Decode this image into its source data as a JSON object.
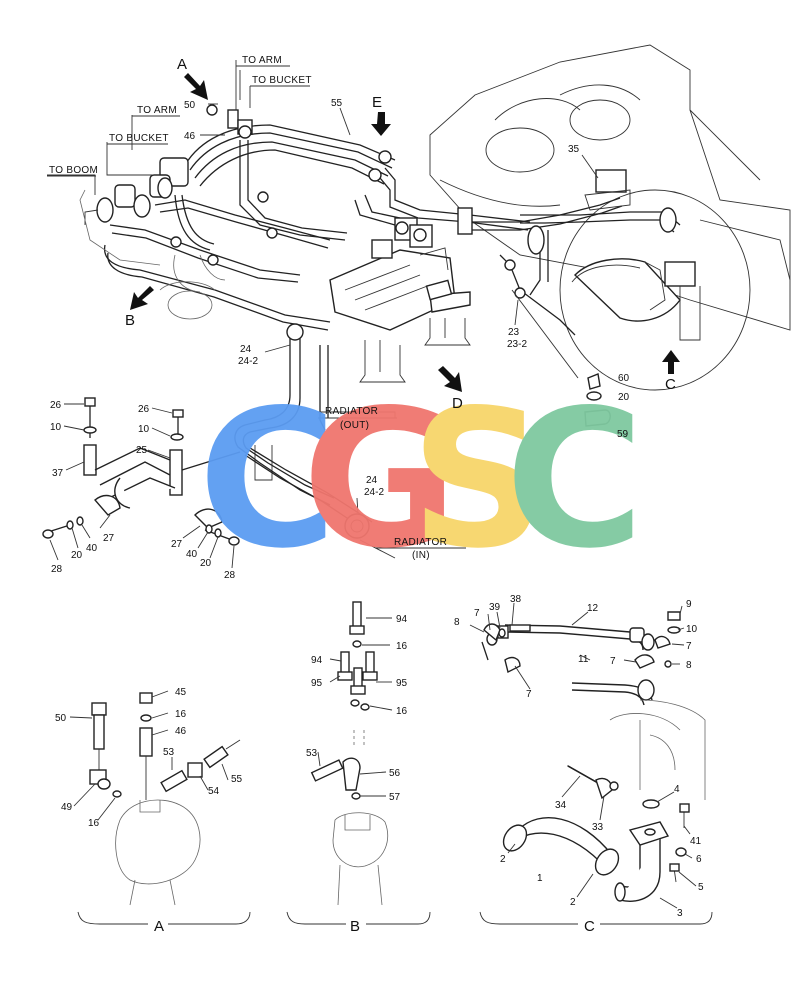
{
  "watermark": {
    "letters": [
      "C",
      "G",
      "S",
      "C"
    ],
    "colors": [
      "#5b9cf2",
      "#f0766e",
      "#f7d56a",
      "#7fc9a0"
    ]
  },
  "main_labels": {
    "to_arm_top": "TO ARM",
    "to_bucket_top": "TO BUCKET",
    "to_arm_left": "TO ARM",
    "to_bucket_left": "TO BUCKET",
    "to_boom": "TO BOOM",
    "radiator_out_1": "RADIATOR",
    "radiator_out_2": "(OUT)",
    "radiator_in_1": "RADIATOR",
    "radiator_in_2": "(IN)"
  },
  "view_arrows": {
    "A": "A",
    "B": "B",
    "C": "C",
    "D": "D",
    "E": "E"
  },
  "callouts_main": {
    "p50": "50",
    "p46": "46",
    "p55": "55",
    "p35": "35",
    "p24a": "24",
    "p24_2a": "24-2",
    "p23": "23",
    "p23_2": "23-2",
    "p60": "60",
    "p20a": "20",
    "p59": "59",
    "p24b": "24",
    "p24_2b": "24-2"
  },
  "callouts_clamp": {
    "p26a": "26",
    "p10a": "10",
    "p37": "37",
    "p26b": "26",
    "p10b": "10",
    "p25": "25",
    "p27a": "27",
    "p40a": "40",
    "p20b": "20",
    "p28a": "28",
    "p27b": "27",
    "p40b": "40",
    "p20c": "20",
    "p28b": "28"
  },
  "callouts_A": {
    "p50": "50",
    "p45": "45",
    "p16a": "16",
    "p46": "46",
    "p53": "53",
    "p55": "55",
    "p54": "54",
    "p49": "49",
    "p16b": "16"
  },
  "callouts_B": {
    "p94a": "94",
    "p16a": "16",
    "p94b": "94",
    "p95a": "95",
    "p95b": "95",
    "p16b": "16",
    "p53": "53",
    "p56": "56",
    "p57": "57"
  },
  "callouts_C": {
    "p38": "38",
    "p39": "39",
    "p12": "12",
    "p9": "9",
    "p10": "10",
    "p7a": "7",
    "p8a": "8",
    "p11": "11",
    "p7b": "7",
    "p7c": "7",
    "p8b": "8",
    "p7d": "7",
    "p34": "34",
    "p33": "33",
    "p4": "4",
    "p41": "41",
    "p2a": "2",
    "p1": "1",
    "p6": "6",
    "p2b": "2",
    "p5": "5",
    "p3": "3"
  },
  "sections": {
    "A": "A",
    "B": "B",
    "C": "C"
  }
}
